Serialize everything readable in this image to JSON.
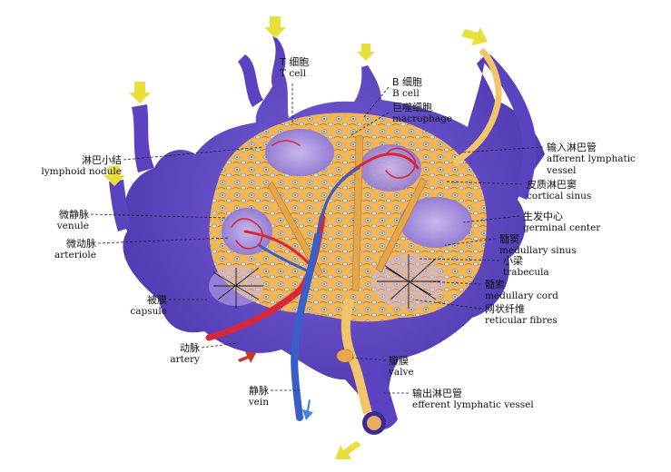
{
  "labels": {
    "t_cell": {
      "zh": "T 细胞",
      "en": "T cell"
    },
    "b_cell": {
      "zh": "B 细胞",
      "en": "B cell"
    },
    "macrophage": {
      "zh": "巨噬细胞",
      "en": "macrophage"
    },
    "afferent": {
      "zh": "输入淋巴管",
      "en1": "afferent lymphatic",
      "en2": "vessel"
    },
    "cortical_sinus": {
      "zh": "皮质淋巴窦",
      "en": "cortical sinus"
    },
    "germinal_center": {
      "zh": "生发中心",
      "en": "germinal center"
    },
    "medullary_sinus": {
      "zh": "髓窦",
      "en": "medullary sinus"
    },
    "trabecula": {
      "zh": "小梁",
      "en": "trabecula"
    },
    "medullary_cord": {
      "zh": "髓索",
      "en": "medullary cord"
    },
    "reticular": {
      "zh": "网状纤维",
      "en": "reticular fibres"
    },
    "valve": {
      "zh": "瓣膜",
      "en": "valve"
    },
    "efferent": {
      "zh": "输出淋巴管",
      "en": "efferent lymphatic vessel"
    },
    "vein": {
      "zh": "静脉",
      "en": "vein"
    },
    "artery": {
      "zh": "动脉",
      "en": "artery"
    },
    "capsule": {
      "zh": "被膜",
      "en": "capsule"
    },
    "arteriole": {
      "zh": "微动脉",
      "en": "arteriole"
    },
    "venule": {
      "zh": "微静脉",
      "en": "venule"
    },
    "lymphoid_nodule": {
      "zh": "淋巴小结",
      "en": "lymphoid nodule"
    }
  },
  "colors": {
    "capsule": "#6a4fd0",
    "capsule_dark": "#4a34a8",
    "parenchyma": "#f2b657",
    "nodule": "#9a86e0",
    "artery": "#d6283a",
    "vein": "#3a5fc8",
    "lymph_vessel": "#f3c56a",
    "arrow": "#e8df3a",
    "arrow_red": "#c7352b",
    "arrow_blue": "#3f86d6"
  }
}
